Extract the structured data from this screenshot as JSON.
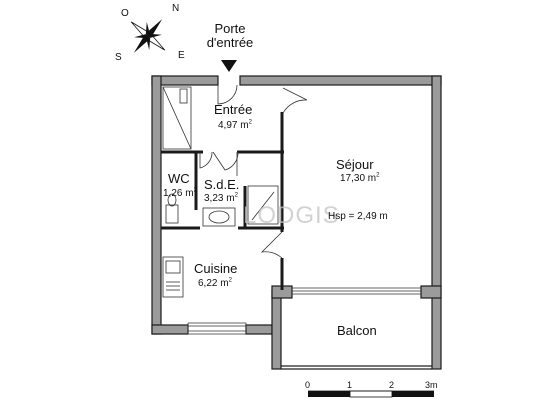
{
  "compass": {
    "north": "N",
    "east": "E",
    "south": "S",
    "west": "O"
  },
  "entrance": {
    "line1": "Porte",
    "line2": "d'entrée"
  },
  "rooms": {
    "entree": {
      "name": "Entrée",
      "area": "4,97 m",
      "unit_sup": "2"
    },
    "sejour": {
      "name": "Séjour",
      "area": "17,30 m",
      "unit_sup": "2",
      "height": "Hsp = 2,49 m"
    },
    "wc": {
      "name": "WC",
      "area": "1,26 m",
      "unit_sup": "2"
    },
    "sde": {
      "name": "S.d.E.",
      "area": "3,23 m",
      "unit_sup": "2"
    },
    "cuisine": {
      "name": "Cuisine",
      "area": "6,22 m",
      "unit_sup": "2"
    },
    "balcon": {
      "name": "Balcon"
    }
  },
  "watermark": "LODGIS",
  "scale": {
    "ticks": [
      "0",
      "1",
      "2",
      "3m"
    ]
  },
  "colors": {
    "wall_fill": "#9b9b9b",
    "wall_stroke": "#1a1a1a",
    "line": "#222222"
  }
}
